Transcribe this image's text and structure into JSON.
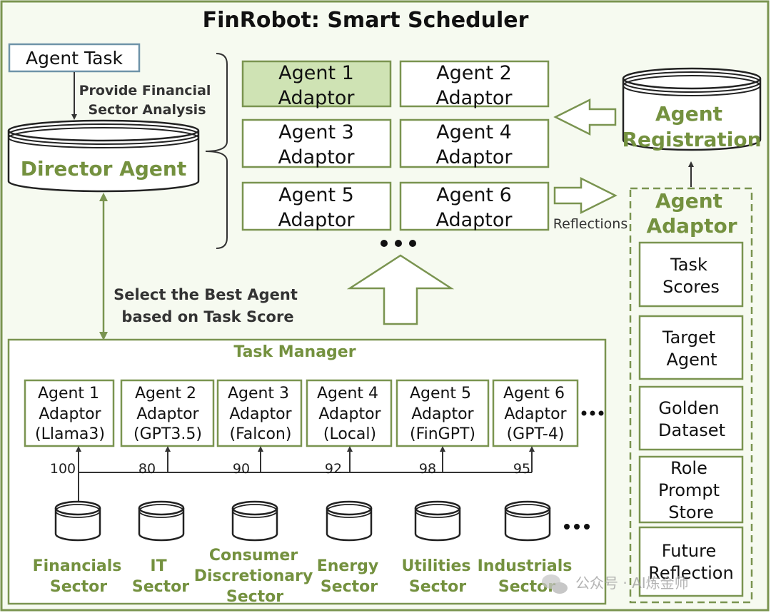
{
  "title": "FinRobot: Smart Scheduler",
  "agent_task": "Agent Task",
  "provide_label": [
    "Provide Financial",
    "Sector Analysis"
  ],
  "director_agent": "Director Agent",
  "adaptors_top": [
    [
      "Agent 1",
      "Adaptor"
    ],
    [
      "Agent 2",
      "Adaptor"
    ],
    [
      "Agent 3",
      "Adaptor"
    ],
    [
      "Agent 4",
      "Adaptor"
    ],
    [
      "Agent 5",
      "Adaptor"
    ],
    [
      "Agent 6",
      "Adaptor"
    ]
  ],
  "agent_registration": [
    "Agent",
    "Registration"
  ],
  "reflections": "Reflections",
  "select_label": [
    "Select the Best Agent",
    "based on Task Score"
  ],
  "agent_adaptor_panel": {
    "title": [
      "Agent",
      "Adaptor"
    ],
    "items": [
      [
        "Task",
        "Scores"
      ],
      [
        "Target",
        "Agent"
      ],
      [
        "Golden",
        "Dataset"
      ],
      [
        "Role",
        "Prompt",
        "Store"
      ],
      [
        "Future",
        "Reflection"
      ]
    ]
  },
  "task_manager": {
    "title": "Task Manager",
    "adaptors": [
      [
        "Agent 1",
        "Adaptor",
        "(Llama3)"
      ],
      [
        "Agent 2",
        "Adaptor",
        "(GPT3.5)"
      ],
      [
        "Agent 3",
        "Adaptor",
        "(Falcon)"
      ],
      [
        "Agent 4",
        "Adaptor",
        "(Local)"
      ],
      [
        "Agent 5",
        "Adaptor",
        "(FinGPT)"
      ],
      [
        "Agent 6",
        "Adaptor",
        "(GPT-4)"
      ]
    ],
    "scores": [
      "100",
      "80",
      "90",
      "92",
      "98",
      "95"
    ],
    "sectors": [
      [
        "Financials",
        "Sector"
      ],
      [
        "IT",
        "Sector"
      ],
      [
        "Consumer",
        "Discretionary",
        "Sector"
      ],
      [
        "Energy",
        "Sector"
      ],
      [
        "Utilities",
        "Sector"
      ],
      [
        "Industrials",
        "Sector"
      ]
    ]
  },
  "watermark": "公众号 · AI炼金师",
  "colors": {
    "green_border": "#7a9450",
    "green_text": "#74913f",
    "highlight_fill": "#cfe3b4",
    "task_border": "#6e93a8"
  }
}
